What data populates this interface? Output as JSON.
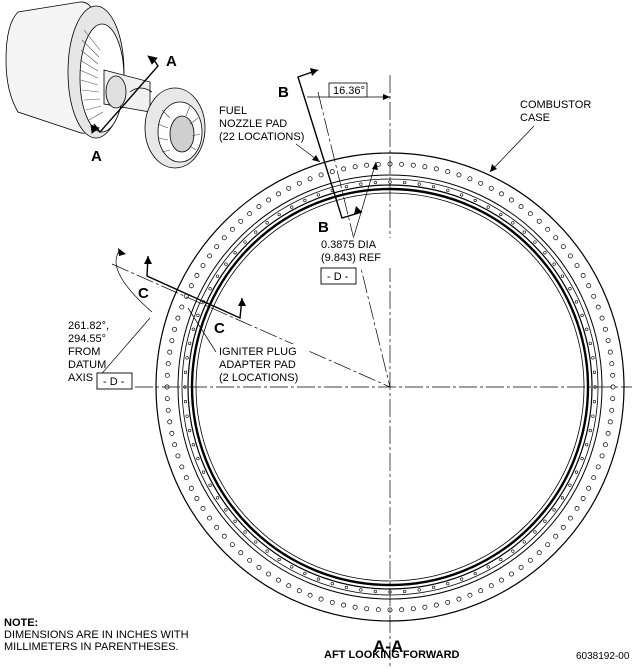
{
  "callouts": {
    "fuel_nozzle_pad": [
      "FUEL",
      "NOZZLE PAD",
      "(22 LOCATIONS)"
    ],
    "combustor_case": [
      "COMBUSTOR",
      "CASE"
    ],
    "igniter_plug_pad": [
      "IGNITER PLUG",
      "ADAPTER PAD",
      "(2 LOCATIONS)"
    ],
    "hole_dia": [
      "0.3875 DIA",
      "(9.843) REF"
    ],
    "from_datum": [
      "261.82°,",
      "294.55°",
      "FROM",
      "DATUM",
      "AXIS"
    ]
  },
  "dimensions": {
    "angle_box": "16.36°",
    "datum_label": "- D -"
  },
  "section_markers": {
    "a": "A",
    "b": "B",
    "c": "C"
  },
  "view": {
    "section_title": "A-A",
    "caption": "AFT LOOKING FORWARD"
  },
  "note": {
    "heading": "NOTE:",
    "lines": [
      "DIMENSIONS ARE IN INCHES WITH",
      "MILLIMETERS IN PARENTHESES."
    ]
  },
  "figure_id": "6038192-00"
}
